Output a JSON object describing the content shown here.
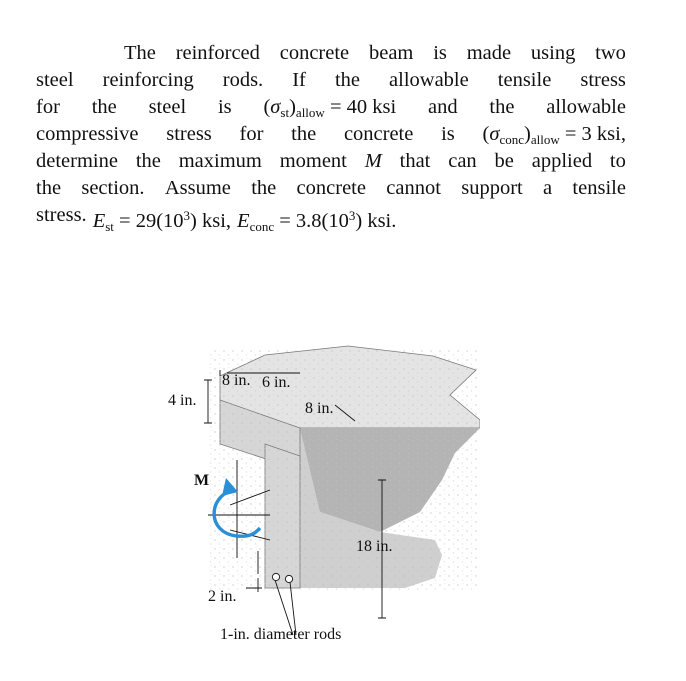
{
  "problem": {
    "lines": [
      [
        "The",
        "reinforced",
        "concrete",
        "beam",
        "is",
        "made",
        "using",
        "two"
      ],
      [
        "steel",
        "reinforcing",
        "rods.",
        "If",
        "the",
        "allowable",
        "tensile",
        "stress"
      ],
      [
        "for",
        "the",
        "steel",
        "is",
        "(σst)allow = 40 ksi",
        "and",
        "the",
        "allowable"
      ],
      [
        "compressive",
        "stress",
        "for",
        "the",
        "concrete",
        "is",
        "(σconc)allow = 3 ksi,"
      ],
      [
        "determine",
        "the",
        "maximum",
        "moment",
        "M",
        "that",
        "can",
        "be",
        "applied",
        "to"
      ],
      [
        "the",
        "section.",
        "Assume",
        "the",
        "concrete",
        "cannot",
        "support",
        "a",
        "tensile"
      ],
      [
        "stress.",
        "Est = 29(10³) ksi,",
        "Econc = 3.8(10³) ksi."
      ]
    ]
  },
  "figure": {
    "dim_flange_left": "8 in.",
    "dim_web": "6 in.",
    "dim_flange_right": "8 in.",
    "dim_flange_thickness": "4 in.",
    "dim_depth": "18 in.",
    "dim_cover": "2 in.",
    "moment_label": "M",
    "rods_label": "1-in. diameter rods"
  },
  "colors": {
    "concrete_front": "#d6d6d6",
    "concrete_top": "#e4e4e4",
    "concrete_side": "#b4b4b4",
    "moment_arrow": "#2a8fd6",
    "text": "#111111"
  }
}
